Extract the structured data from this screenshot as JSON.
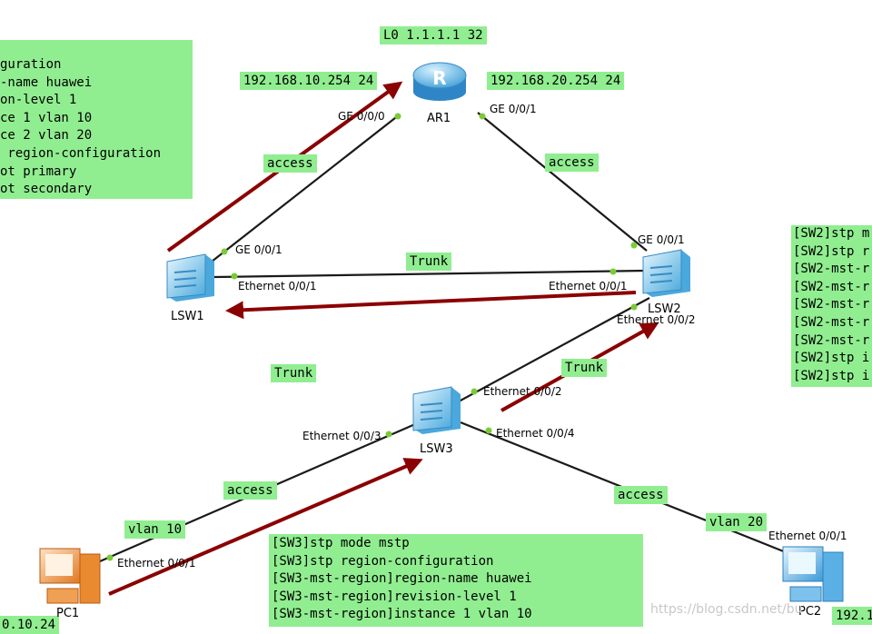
{
  "links": [
    {
      "id": "ar1-lsw1",
      "label": "access"
    },
    {
      "id": "ar1-lsw2",
      "label": "access"
    },
    {
      "id": "lsw1-lsw2",
      "label": "Trunk"
    },
    {
      "id": "lsw2-lsw3",
      "label": "Trunk"
    },
    {
      "id": "lsw3-pc1",
      "label": "access"
    },
    {
      "id": "lsw3-pc2",
      "label": "access"
    }
  ],
  "extra_labels": {
    "trunk_left": "Trunk",
    "vlan10": "vlan 10",
    "vlan20": "vlan 20"
  },
  "devices": {
    "ar1": {
      "name": "AR1",
      "loopback": "L0 1.1.1.1 32",
      "ip_left": "192.168.10.254 24",
      "ip_right": "192.168.20.254 24"
    },
    "lsw1": {
      "name": "LSW1"
    },
    "lsw2": {
      "name": "LSW2"
    },
    "lsw3": {
      "name": "LSW3"
    },
    "pc1": {
      "name": "PC1",
      "ip": "0.10.24"
    },
    "pc2": {
      "name": "PC2",
      "ip": "192.1"
    }
  },
  "ports": {
    "ar1_ge000": "GE 0/0/0",
    "ar1_ge001": "GE 0/0/1",
    "lsw1_ge001": "GE 0/0/1",
    "lsw1_eth001": "Ethernet 0/0/1",
    "lsw2_ge001": "GE 0/0/1",
    "lsw2_eth001": "Ethernet 0/0/1",
    "lsw2_eth002": "Ethernet 0/0/2",
    "lsw3_eth002": "Ethernet 0/0/2",
    "lsw3_eth003": "Ethernet 0/0/3",
    "lsw3_eth004": "Ethernet 0/0/4",
    "pc1_eth001": "Ethernet 0/0/1",
    "pc2_eth001": "Ethernet 0/0/1"
  },
  "config_sw1": [
    "guration",
    "-name huawei",
    "on-level 1",
    "ce 1 vlan 10",
    "ce 2 vlan 20",
    " region-configuration",
    "ot primary",
    "ot secondary"
  ],
  "config_sw2": [
    "[SW2]stp m",
    "[SW2]stp r",
    "[SW2-mst-r",
    "[SW2-mst-r",
    "[SW2-mst-r",
    "[SW2-mst-r",
    "[SW2-mst-r",
    "[SW2]stp i",
    "[SW2]stp i"
  ],
  "config_sw3": [
    "[SW3]stp mode mstp",
    "[SW3]stp region-configuration",
    "[SW3-mst-region]region-name huawei",
    "[SW3-mst-region]revision-level 1",
    "[SW3-mst-region]instance 1 vlan 10"
  ],
  "watermark": "https://blog.csdn.net/bu",
  "colors": {
    "label_bg": "#90ee90",
    "link": "#1a1a1a",
    "port_dot": "#7acc35",
    "arrow": "#8b0000"
  }
}
